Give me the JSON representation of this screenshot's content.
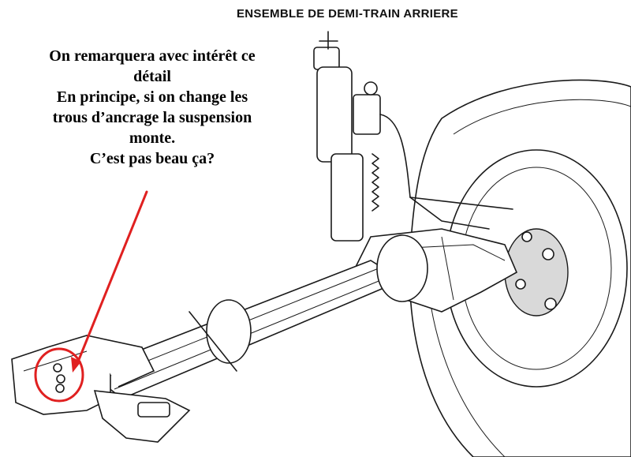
{
  "diagram": {
    "title": "ENSEMBLE DE DEMI-TRAIN ARRIERE"
  },
  "annotation": {
    "lines": [
      "On remarquera avec intérêt ce",
      "détail",
      "En principe, si on change les",
      "trous d’ancrage la suspension",
      "monte.",
      "C’est pas beau ça?"
    ],
    "highlight_color": "#e02020"
  }
}
